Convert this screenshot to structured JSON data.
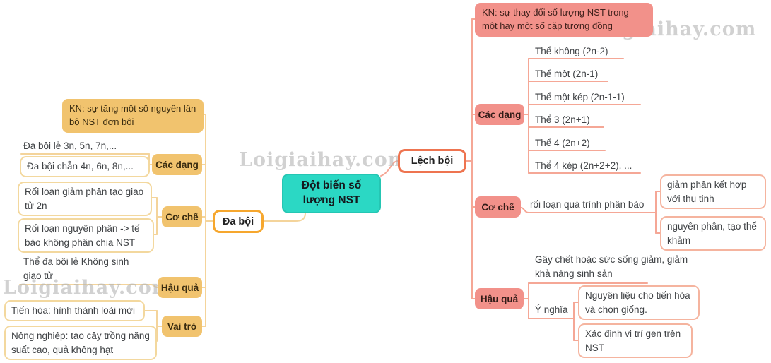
{
  "watermark": "Loigiaihay.com",
  "root": {
    "label": "Đột biến số lượng NST"
  },
  "left": {
    "topic": "Đa bội",
    "kn": "KN: sự tăng một số nguyên lần bộ NST đơn bội",
    "cac_dang": {
      "label": "Các dạng",
      "odd": "Đa bội lẻ 3n, 5n, 7n,...",
      "even": "Đa bội chẵn 4n, 6n, 8n,..."
    },
    "co_che": {
      "label": "Cơ chế",
      "item1": "Rối loạn giảm phân tạo giao tử 2n",
      "item2": "Rối loạn nguyên phân -> tế bào không phân chia NST"
    },
    "hau_qua": {
      "label": "Hậu quả",
      "item1": "Thể đa bội lẻ Không sinh giao tử"
    },
    "vai_tro": {
      "label": "Vai trò",
      "item1": "Tiến hóa: hình thành loài mới",
      "item2": "Nông nghiệp: tạo cây trồng năng suất cao, quả không hạt"
    }
  },
  "right": {
    "topic": "Lệch bội",
    "kn": "KN: sự thay đổi số lượng NST trong một hay một số cặp tương đồng",
    "cac_dang": {
      "label": "Các dạng",
      "items": [
        "Thể không (2n-2)",
        "Thể một (2n-1)",
        "Thể một kép (2n-1-1)",
        "Thể 3 (2n+1)",
        "Thể 4 (2n+2)",
        "Thể 4 kép (2n+2+2), ..."
      ]
    },
    "co_che": {
      "label": "Cơ chế",
      "process": "rối loạn quá trình phân bào",
      "item1": "giảm phân kết hợp với thụ tinh",
      "item2": "nguyên phân, tạo thể khảm"
    },
    "hau_qua": {
      "label": "Hậu quả",
      "effect": "Gây chết hoặc sức sống giảm, giảm khả năng sinh sản",
      "meaning_label": "Ý nghĩa",
      "item1": "Nguyên liệu cho tiến hóa và chọn giống.",
      "item2": "Xác định vị trí gen trên NST"
    }
  },
  "colors": {
    "center_fill": "#2bd8c4",
    "right_label_fill": "#f2918a",
    "right_line": "#f5a796",
    "right_topic_border": "#ee7450",
    "left_label_fill": "#f1c36e",
    "left_line": "#f4d49b",
    "left_topic_border": "#f6a72e",
    "watermark_gray": "#b3b3b3"
  }
}
